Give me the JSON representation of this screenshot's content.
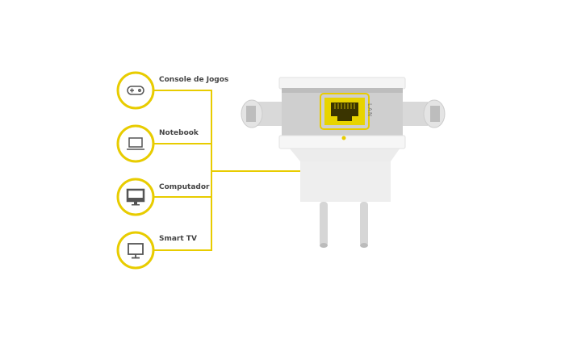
{
  "devices": [
    {
      "label": "Console de Jogos",
      "icon": "gamepad-icon"
    },
    {
      "label": "Notebook",
      "icon": "laptop-icon"
    },
    {
      "label": "Computador",
      "icon": "desktop-monitor-icon"
    },
    {
      "label": "Smart TV",
      "icon": "tv-icon"
    }
  ],
  "port_label": "LAN",
  "colors": {
    "accent": "#e8cc00",
    "line": "#e8cc00",
    "text": "#444444"
  }
}
